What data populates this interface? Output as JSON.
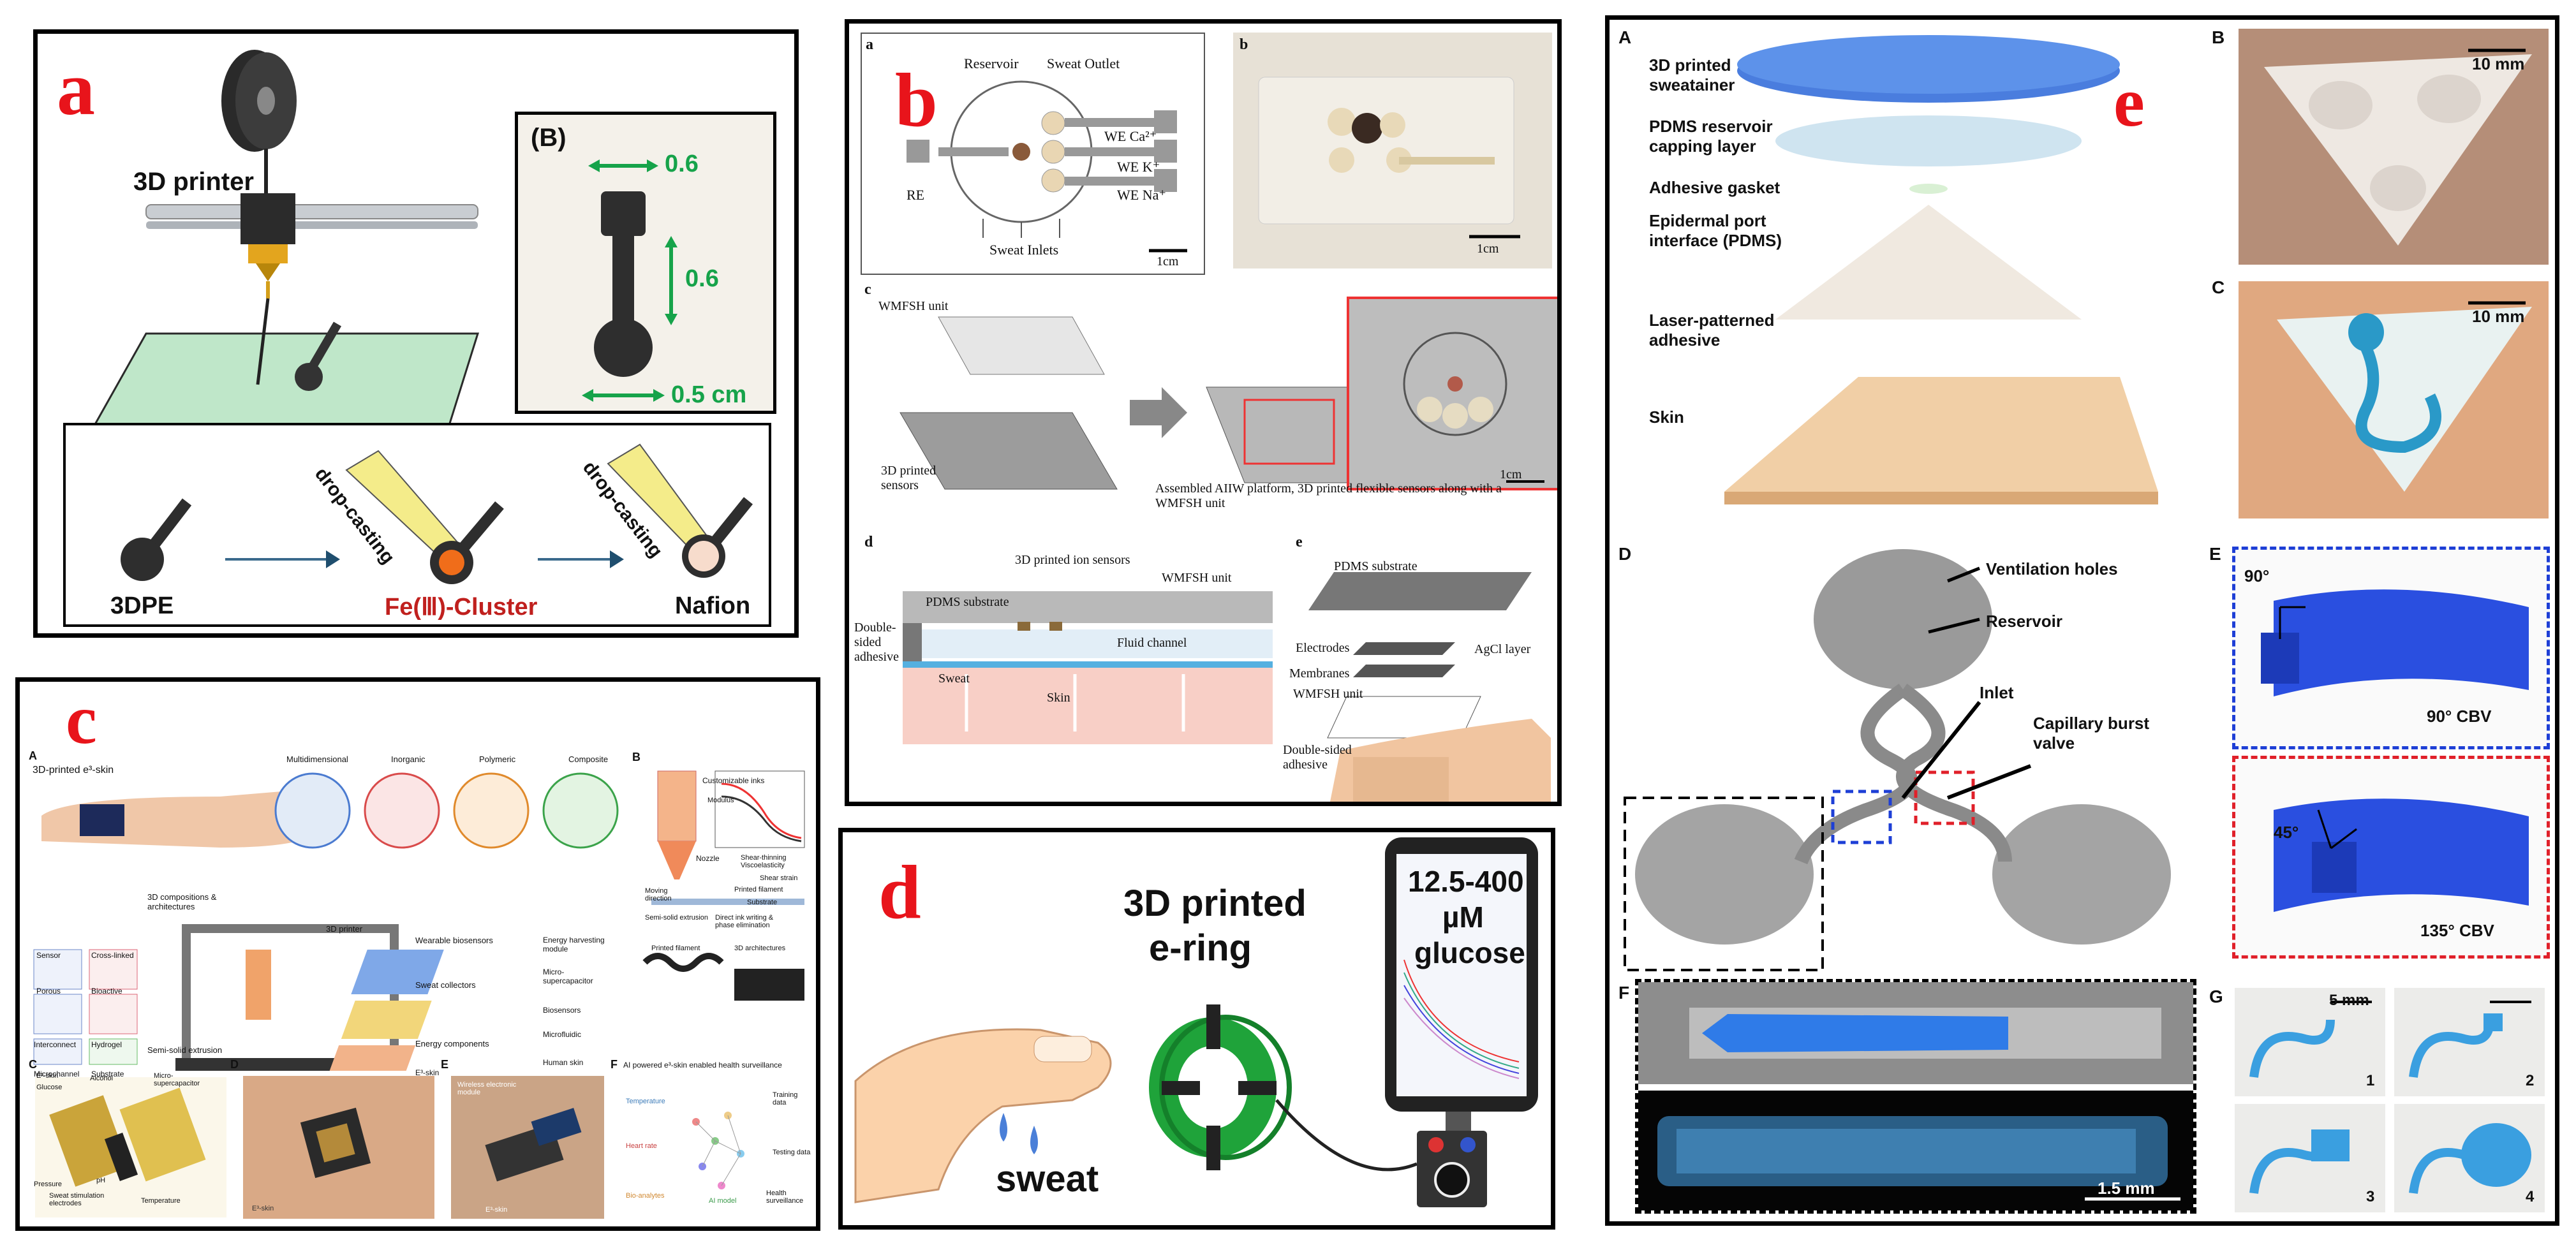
{
  "colors": {
    "panel_letter": "#e8141b",
    "green_arrow": "#16a34a",
    "blue_dash": "#1e3fd6",
    "red_dash": "#e0202a",
    "device_blue": "#2f6bd8"
  },
  "panel_a": {
    "letter": "a",
    "printer_label": "3D printer",
    "inset_tag": "(B)",
    "dim_top": "0.6",
    "dim_right": "0.6",
    "dim_bottom": "0.5 cm",
    "drop_label_1": "drop-casting",
    "drop_label_2": "drop-casting",
    "step_1": "3DPE",
    "step_2": "Fe(Ⅲ)-Cluster",
    "step_3": "Nafion"
  },
  "panel_b": {
    "letter": "b",
    "sub_a": "a",
    "sub_b": "b",
    "sub_c": "c",
    "sub_d": "d",
    "sub_e": "e",
    "reservoir": "Reservoir",
    "sweat_outlet": "Sweat Outlet",
    "we_ca": "WE Ca²⁺",
    "we_k": "WE K⁺",
    "we_na": "WE Na⁺",
    "re": "RE",
    "sweat_inlets": "Sweat Inlets",
    "scale_1cm": "1cm",
    "wmfsh_unit": "WMFSH unit",
    "printed_sensors": "3D printed sensors",
    "assembled_caption": "Assembled AIIW platform, 3D printed flexible sensors along with a WMFSH unit",
    "ion_sensors": "3D printed ion sensors",
    "pdms_substrate": "PDMS substrate",
    "double_sided_adhesive": "Double-sided adhesive",
    "fluid_channel": "Fluid channel",
    "sweat": "Sweat",
    "skin": "Skin",
    "electrodes": "Electrodes",
    "agcl_layer": "AgCl layer",
    "membranes": "Membranes",
    "double_sided_adhesive_e": "Double-sided adhesive"
  },
  "panel_c": {
    "letter": "c",
    "sub_A": "A",
    "sub_B": "B",
    "sub_C": "C",
    "sub_D": "D",
    "sub_E": "E",
    "sub_F": "F",
    "title_A": "3D-printed e³-skin",
    "material_classes": [
      "Multidimensional",
      "Inorganic",
      "Polymeric",
      "Composite"
    ],
    "compositions": "3D compositions & architectures",
    "arch_items": [
      "Sensor",
      "Cross-linked",
      "Porous",
      "Bioactive",
      "Interconnect",
      "Hydrogel",
      "Microchannel",
      "Substrate"
    ],
    "printer": "3D printer",
    "semi_solid": "Semi-solid extrusion",
    "modules": [
      "Wearable biosensors",
      "Sweat collectors",
      "Energy components",
      "Energy harvesting module",
      "Micro-supercapacitor",
      "Biosensors",
      "Microfluidic",
      "Human skin"
    ],
    "e3_skin": "E³-skin",
    "ink_labels": [
      "Customizable inks",
      "Nozzle",
      "Moving direction",
      "Printed filament",
      "Substrate",
      "Shear-thinning Viscoelasticity",
      "Shear strain",
      "Modulus"
    ],
    "b_bottom": [
      "Semi-solid extrusion",
      "Direct ink writing & phase elimination",
      "Printed filament",
      "3D architectures"
    ],
    "c_labels": [
      "E³-skin",
      "Glucose",
      "Alcohol",
      "Micro-supercapacitor",
      "Pressure",
      "pH",
      "Sweat stimulation electrodes",
      "Temperature"
    ],
    "d_label": "E³-skin",
    "e_labels": [
      "Wireless electronic module",
      "E³-skin"
    ],
    "f_title": "AI powered e³-skin enabled health surveillance",
    "f_labels": [
      "Temperature",
      "Heart rate",
      "Bio-analytes",
      "Training data",
      "Testing data",
      "AI model",
      "Health surveillance"
    ]
  },
  "panel_d": {
    "letter": "d",
    "title_line1": "3D printed",
    "title_line2": "e-ring",
    "phone_line1": "12.5-400",
    "phone_line2": "µM",
    "phone_line3": "glucose",
    "sweat": "sweat"
  },
  "panel_e": {
    "letter": "e",
    "sub_A": "A",
    "sub_B": "B",
    "sub_C": "C",
    "sub_D": "D",
    "sub_E": "E",
    "sub_F": "F",
    "sub_G": "G",
    "layers": [
      "3D printed sweatainer",
      "PDMS reservoir capping layer",
      "Adhesive gasket",
      "Epidermal port interface (PDMS)",
      "Laser-patterned adhesive",
      "Skin"
    ],
    "scale_10mm_b": "10 mm",
    "scale_10mm_c": "10 mm",
    "ventilation": "Ventilation holes",
    "reservoir": "Reservoir",
    "inlet": "Inlet",
    "cbv": "Capillary burst valve",
    "angle_90": "90°",
    "label_90cbv": "90° CBV",
    "angle_45": "45°",
    "label_135cbv": "135° CBV",
    "scale_15mm": "1.5 mm",
    "scale_5mm": "5 mm",
    "g_numbers": [
      "1",
      "2",
      "3",
      "4"
    ]
  }
}
